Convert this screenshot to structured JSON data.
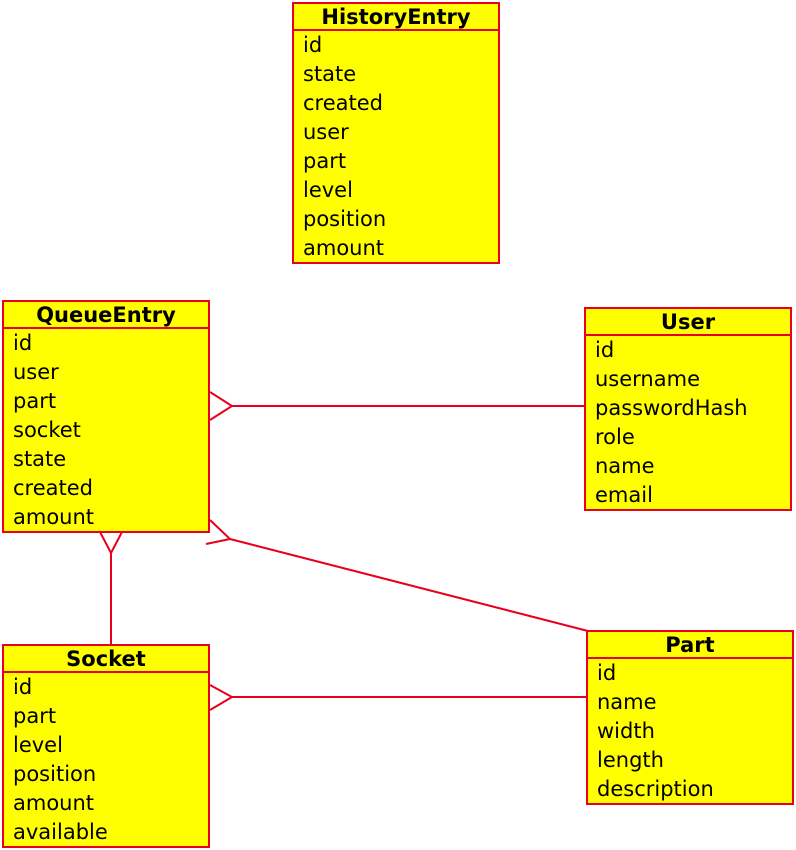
{
  "colors": {
    "entity_fill": "#ffff00",
    "line": "#e8001c"
  },
  "entities": {
    "history_entry": {
      "title": "HistoryEntry",
      "attributes": [
        "id",
        "state",
        "created",
        "user",
        "part",
        "level",
        "position",
        "amount"
      ]
    },
    "queue_entry": {
      "title": "QueueEntry",
      "attributes": [
        "id",
        "user",
        "part",
        "socket",
        "state",
        "created",
        "amount"
      ]
    },
    "user": {
      "title": "User",
      "attributes": [
        "id",
        "username",
        "passwordHash",
        "role",
        "name",
        "email"
      ]
    },
    "socket": {
      "title": "Socket",
      "attributes": [
        "id",
        "part",
        "level",
        "position",
        "amount",
        "available"
      ]
    },
    "part": {
      "title": "Part",
      "attributes": [
        "id",
        "name",
        "width",
        "length",
        "description"
      ]
    }
  },
  "relationships": [
    {
      "from": "user",
      "to": "queue_entry",
      "many_side": "queue_entry"
    },
    {
      "from": "part",
      "to": "queue_entry",
      "many_side": "queue_entry"
    },
    {
      "from": "socket",
      "to": "queue_entry",
      "many_side": "queue_entry"
    },
    {
      "from": "part",
      "to": "socket",
      "many_side": "socket"
    }
  ]
}
